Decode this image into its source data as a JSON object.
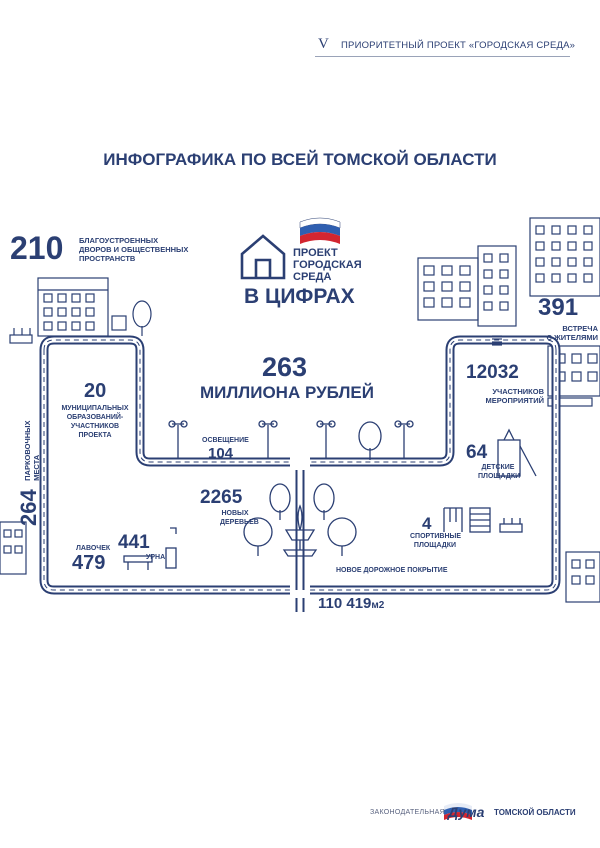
{
  "header": {
    "roman": "V",
    "project": "ПРИОРИТЕТНЫЙ ПРОЕКТ «ГОРОДСКАЯ СРЕДА»"
  },
  "title": "ИНФОГРАФИКА ПО ВСЕЙ ТОМСКОЙ ОБЛАСТИ",
  "logo": {
    "line1": "ПРОЕКТ",
    "line2": "ГОРОДСКАЯ",
    "line3": "СРЕДА",
    "subtitle": "В ЦИФРАХ"
  },
  "stats": {
    "yards": {
      "value": "210",
      "label1": "БЛАГОУСТРОЕННЫХ",
      "label2": "ДВОРОВ И ОБЩЕСТВЕННЫХ",
      "label3": "ПРОСТРАНСТВ"
    },
    "meetings": {
      "value": "391",
      "label1": "ВСТРЕЧА",
      "label2": "С ЖИТЕЛЯМИ"
    },
    "budget": {
      "value": "263",
      "label": "МИЛЛИОНА РУБЛЕЙ"
    },
    "participants": {
      "value": "12032",
      "label1": "УЧАСТНИКОВ",
      "label2": "МЕРОПРИЯТИЙ"
    },
    "municipal": {
      "value": "20",
      "label1": "МУНИЦИПАЛЬНЫХ",
      "label2": "ОБРАЗОВАНИЙ-",
      "label3": "УЧАСТНИКОВ",
      "label4": "ПРОЕКТА"
    },
    "parking": {
      "value": "264",
      "label1": "ПАРКОВОЧНЫХ",
      "label2": "МЕСТА"
    },
    "lighting": {
      "value": "104",
      "label": "ОСВЕЩЕНИЕ"
    },
    "playgrounds": {
      "value": "64",
      "label1": "ДЕТСКИЕ",
      "label2": "ПЛОЩАДКИ"
    },
    "trees": {
      "value": "2265",
      "label1": "НОВЫХ",
      "label2": "ДЕРЕВЬЕВ"
    },
    "sports": {
      "value": "4",
      "label1": "СПОРТИВНЫЕ",
      "label2": "ПЛОЩАДКИ"
    },
    "benches": {
      "value": "479",
      "label": "ЛАВОЧЕК"
    },
    "urns": {
      "value": "441",
      "label": "УРНА"
    },
    "road": {
      "label": "НОВОЕ ДОРОЖНОЕ ПОКРЫТИЕ",
      "value": "110 419",
      "unit": "м2"
    }
  },
  "footer": {
    "left": "ЗАКОНОДАТЕЛЬНАЯ",
    "logo": "Дума",
    "right": "ТОМСКОЙ ОБЛАСТИ"
  },
  "colors": {
    "primary": "#2b3f73",
    "flag_white": "#ffffff",
    "flag_blue": "#2f5fb0",
    "flag_red": "#d22630"
  }
}
